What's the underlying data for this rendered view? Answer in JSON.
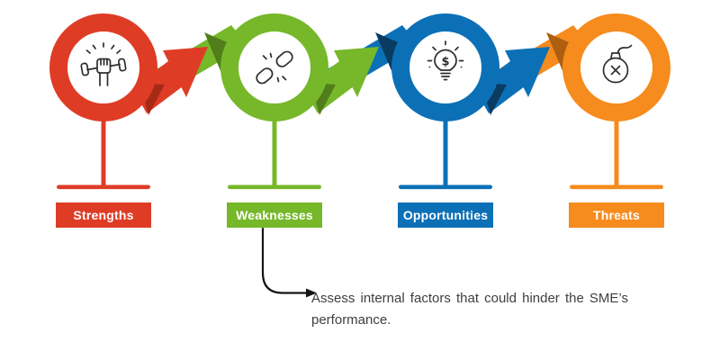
{
  "diagram": {
    "type": "swot-process-infographic",
    "background_color": "#FFFFFF",
    "nodes": [
      {
        "label": "Strengths",
        "color": "#DF3C26",
        "dark_color": "#A62B15",
        "icon": "dumbbell-fist-icon"
      },
      {
        "label": "Weaknesses",
        "color": "#76B82A",
        "dark_color": "#517E1B",
        "icon": "broken-chain-icon"
      },
      {
        "label": "Opportunities",
        "color": "#0C70B7",
        "dark_color": "#0A3B60",
        "icon": "dollar-lightbulb-icon"
      },
      {
        "label": "Threats",
        "color": "#F68B1E",
        "dark_color": "#AD5E0F",
        "icon": "bomb-icon"
      }
    ],
    "icon_glyphs": {
      "dollar": "$"
    },
    "icon_stroke_color": "#2E2E2E",
    "annotation": {
      "lines": [
        "Assess internal factors that could hinder the SME’s",
        "performance."
      ],
      "text": "Assess internal factors that could hinder the SME’s performance.",
      "points_to": "Weaknesses",
      "arrow_color": "#141414",
      "text_color": "#3F3F3F"
    }
  }
}
